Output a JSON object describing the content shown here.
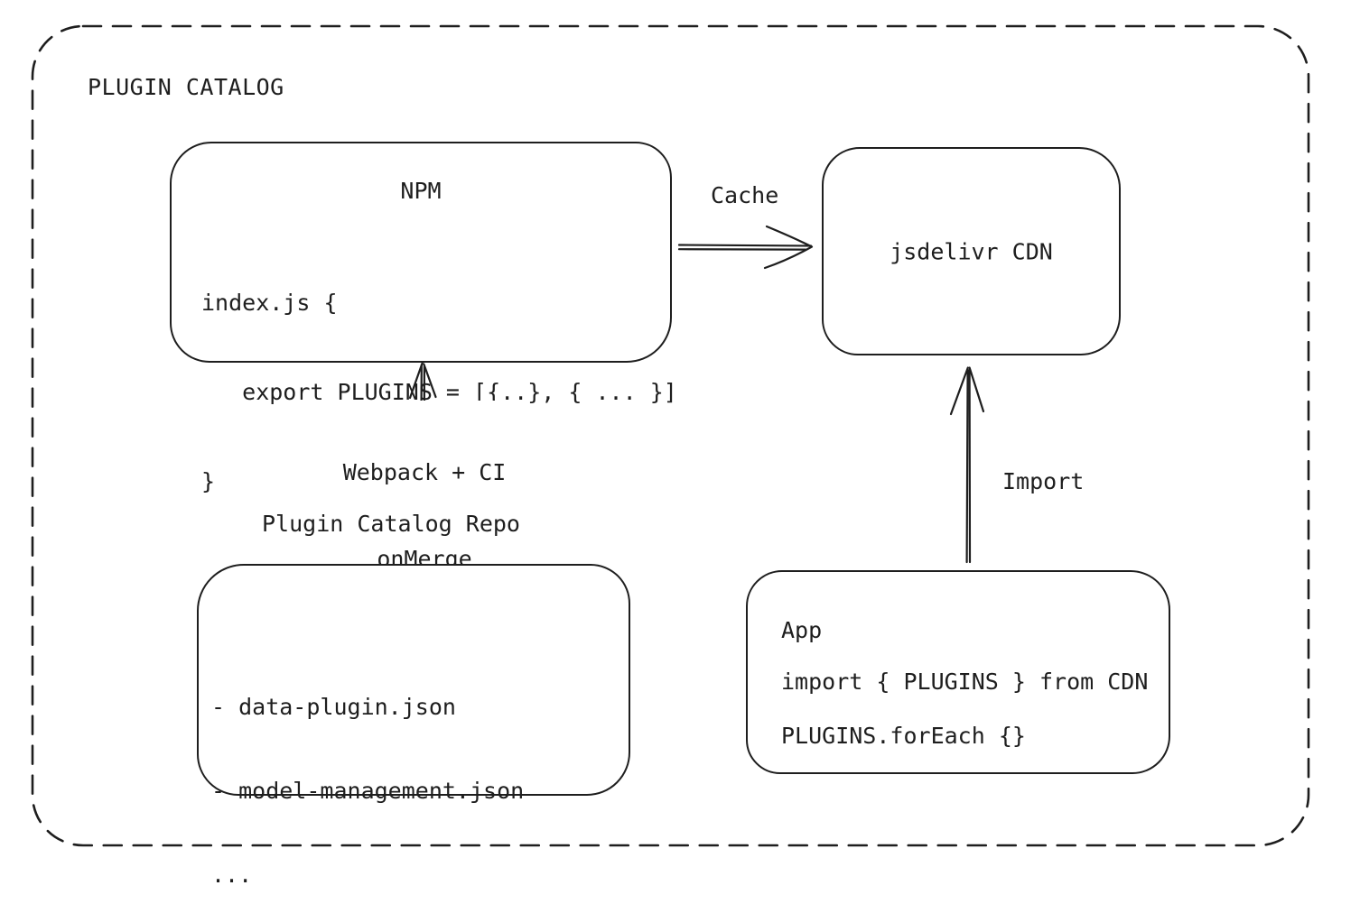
{
  "diagram": {
    "title": "PLUGIN CATALOG",
    "colors": {
      "stroke": "#1e1e1e",
      "text": "#1e1e1e",
      "background": "#ffffff"
    },
    "nodes": {
      "npm": {
        "title": "NPM",
        "code_lines": [
          "index.js {",
          "   export PLUGINS = [{..}, { ... }]",
          "}"
        ]
      },
      "cdn": {
        "label": "jsdelivr CDN"
      },
      "repo": {
        "label": "Plugin Catalog Repo",
        "file_lines": [
          "- data-plugin.json",
          "- model-management.json",
          "..."
        ]
      },
      "app": {
        "title": "App",
        "code_lines": [
          "import { PLUGINS } from CDN",
          "PLUGINS.forEach {}"
        ]
      }
    },
    "edges": {
      "cache": {
        "label": "Cache",
        "from": "NPM",
        "to": "jsdelivr CDN"
      },
      "build": {
        "label_lines": [
          "Webpack + CI",
          "onMerge"
        ],
        "from": "Plugin Catalog Repo",
        "to": "NPM"
      },
      "import": {
        "label": "Import",
        "from": "App",
        "to": "jsdelivr CDN"
      }
    }
  }
}
